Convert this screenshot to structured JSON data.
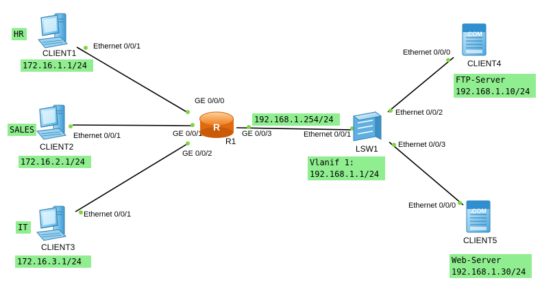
{
  "devices": {
    "client1": {
      "name": "CLIENT1"
    },
    "client2": {
      "name": "CLIENT2"
    },
    "client3": {
      "name": "CLIENT3"
    },
    "client4": {
      "name": "CLIENT4"
    },
    "client5": {
      "name": "CLIENT5"
    },
    "r1": {
      "name": "R1",
      "badge": "R"
    },
    "lsw1": {
      "name": "LSW1"
    }
  },
  "server_badge": ".COM",
  "labels": {
    "hr": "HR",
    "sales": "SALES",
    "it": "IT",
    "client1_ip": "172.16.1.1/24",
    "client2_ip": "172.16.2.1/24",
    "client3_ip": "172.16.3.1/24",
    "ftp_line1": "FTP-Server",
    "ftp_line2": "192.168.1.10/24",
    "web_line1": "Web-Server",
    "web_line2": "192.168.1.30/24",
    "vlanif_line1": "Vlanif 1:",
    "vlanif_line2": "192.168.1.1/24",
    "r1_link_ip": "192.168.1.254/24"
  },
  "ports": {
    "client1_eth": "Ethernet 0/0/1",
    "client2_eth": "Ethernet 0/0/1",
    "client3_eth": "Ethernet 0/0/1",
    "r1_ge0": "GE 0/0/0",
    "r1_ge1": "GE 0/0/1",
    "r1_ge2": "GE 0/0/2",
    "r1_ge3": "GE 0/0/3",
    "lsw1_eth1": "Ethernet 0/0/1",
    "lsw1_eth2": "Ethernet 0/0/2",
    "lsw1_eth3": "Ethernet 0/0/3",
    "client4_eth": "Ethernet 0/0/0",
    "client5_eth": "Ethernet 0/0/0"
  }
}
